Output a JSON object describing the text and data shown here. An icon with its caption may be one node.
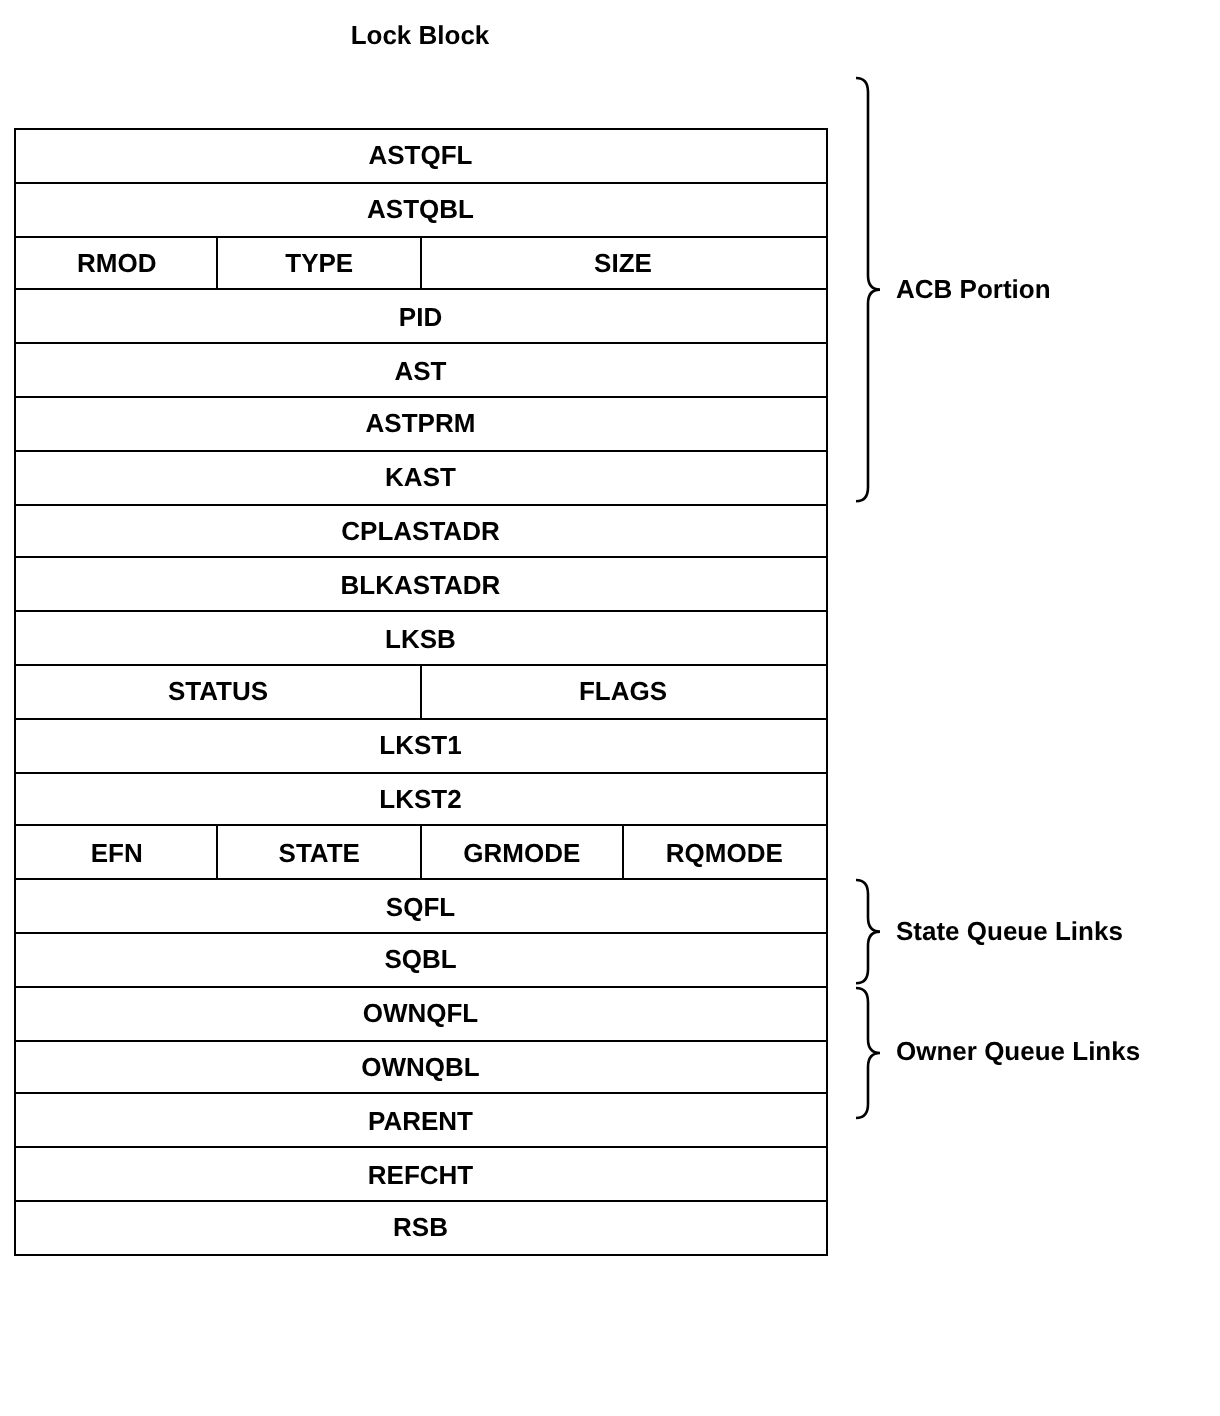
{
  "diagram": {
    "title": "Lock Block",
    "nodes": [
      {
        "text": [
          "ASTQFL"
        ]
      },
      {
        "text": [
          "ASTQBL"
        ]
      },
      {
        "text": [
          "RMOD"
        ]
      },
      {
        "text": [
          "TYPE"
        ]
      },
      {
        "text": [
          "SIZE"
        ]
      },
      {
        "text": [
          "PID"
        ]
      },
      {
        "text": [
          "AST"
        ]
      },
      {
        "text": [
          "ASTPRM"
        ]
      },
      {
        "text": [
          "KAST"
        ]
      },
      {
        "text": [
          "CPLASTADR"
        ]
      },
      {
        "text": [
          "BLKASTADR"
        ]
      },
      {
        "text": [
          "LKSB"
        ]
      },
      {
        "text": [
          "STATUS"
        ]
      },
      {
        "text": [
          "FLAGS"
        ]
      },
      {
        "text": [
          "LKST1"
        ]
      },
      {
        "text": [
          "LKST2"
        ]
      },
      {
        "text": [
          "EFN"
        ]
      },
      {
        "text": [
          "STATE"
        ]
      },
      {
        "text": [
          "GRMODE"
        ]
      },
      {
        "text": [
          "RQMODE"
        ]
      },
      {
        "text": [
          "SQFL"
        ]
      },
      {
        "text": [
          "SQBL"
        ]
      },
      {
        "text": [
          "OWNQFL"
        ]
      },
      {
        "text": [
          "OWNQBL"
        ]
      },
      {
        "text": [
          "PARENT"
        ]
      },
      {
        "text": [
          "REFCHT"
        ]
      },
      {
        "text": [
          "RSB"
        ]
      }
    ],
    "labels": [
      "ACB Portion",
      "State Queue Links",
      "Owner Queue Links"
    ]
  }
}
